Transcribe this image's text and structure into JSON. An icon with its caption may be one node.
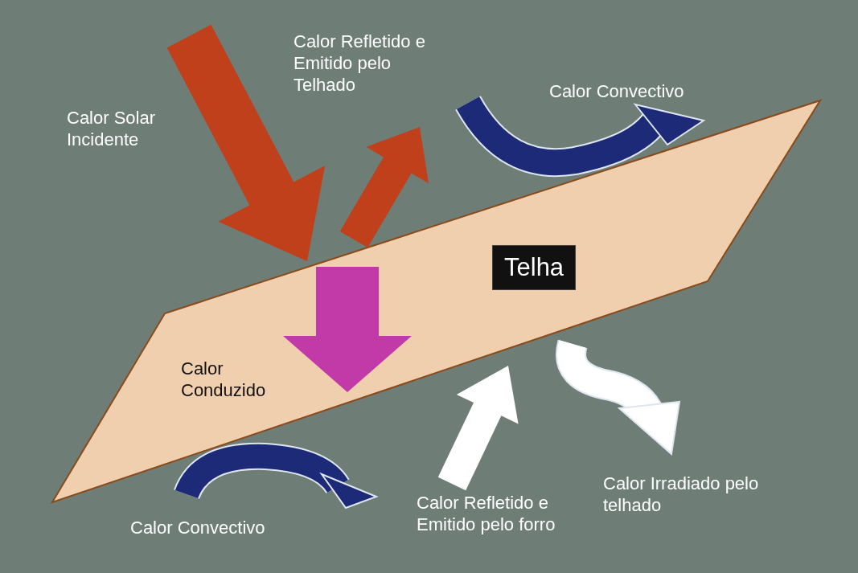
{
  "diagram": {
    "nodes": [
      {
        "text": [
          "Telha"
        ]
      }
    ],
    "edges": [],
    "labels": [
      "Calor Refletido e Emitido pelo Telhado",
      "Calor Convectivo",
      "Calor Solar Incidente",
      "Calor Conduzido",
      "Calor Convectivo",
      "Calor Refletido e Emitido pelo forro",
      "Calor Irradiado pelo telhado"
    ]
  }
}
